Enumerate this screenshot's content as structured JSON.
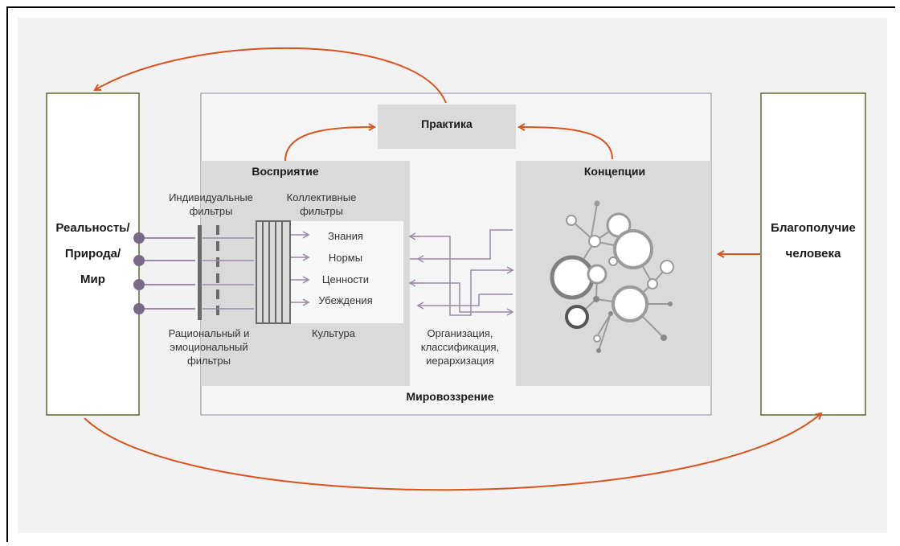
{
  "left_box": {
    "lines": [
      "Реальность/",
      "Природа/",
      "Мир"
    ]
  },
  "right_box": {
    "lines": [
      "Благополучие",
      "человека"
    ]
  },
  "practice": "Практика",
  "perception": "Восприятие",
  "concepts": "Концепции",
  "worldview": "Мировоззрение",
  "individual_filters": [
    "Индивидуальные",
    "фильтры"
  ],
  "collective_filters": [
    "Коллективные",
    "фильтры"
  ],
  "rational_filters": [
    "Рациональный и",
    "эмоциональный",
    "фильтры"
  ],
  "culture": "Культура",
  "culture_items": [
    "Знания",
    "Нормы",
    "Ценности",
    "Убеждения"
  ],
  "organization": [
    "Организация,",
    "классификация,",
    "иерархизация"
  ],
  "colors": {
    "accent": "#d9541e",
    "box_border": "#5a6a2a",
    "arrow": "#9a8aa8",
    "node": "#7a6a8a"
  }
}
